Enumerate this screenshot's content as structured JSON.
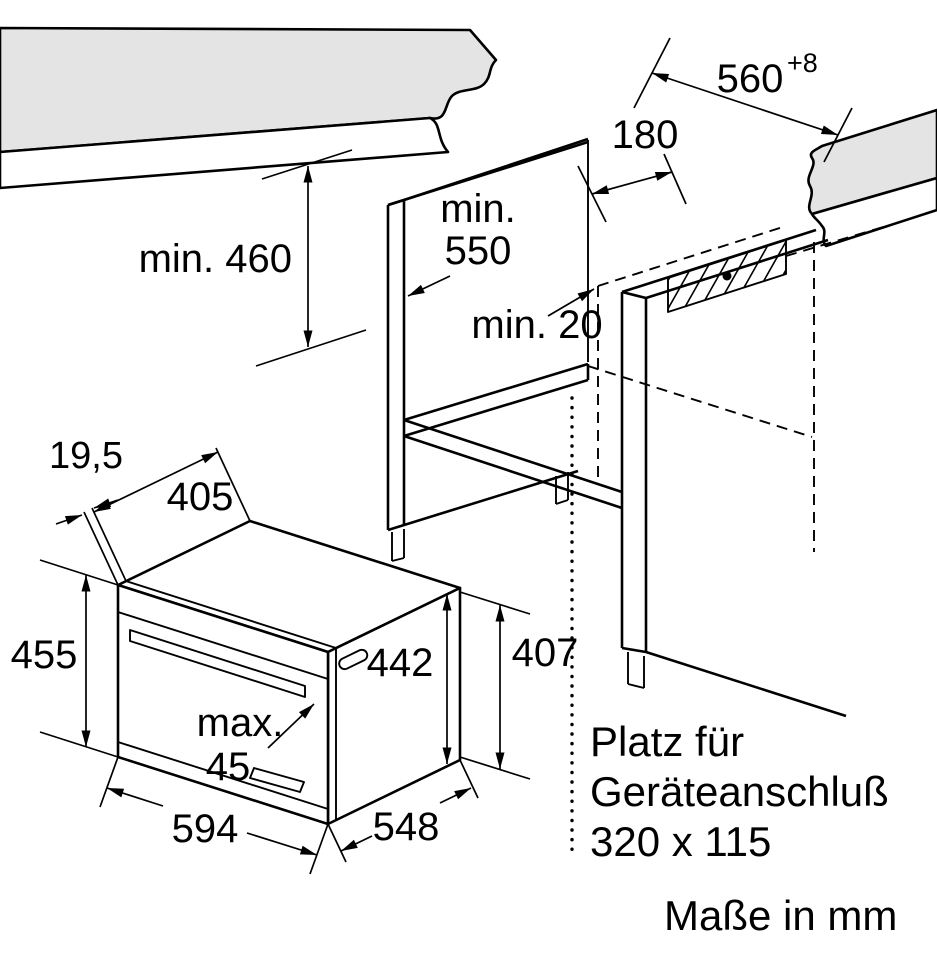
{
  "diagram": {
    "footer": "Maße in mm",
    "connection_note": {
      "line1": "Platz für",
      "line2": "Geräteanschluß",
      "line3": "320 x 115"
    },
    "dimensions": {
      "niche_width_value": "560",
      "niche_width_tolerance": "+8",
      "top_recess_depth": "180",
      "niche_depth_prefix": "min.",
      "niche_depth_value": "550",
      "niche_height": "min. 460",
      "rear_gap": "min. 20",
      "front_frame_depth": "19,5",
      "top_depth": "405",
      "front_height": "455",
      "body_height": "442",
      "rear_height": "407",
      "door_max_prefix": "max.",
      "door_max_value": "45",
      "appliance_width": "594",
      "appliance_depth": "548"
    },
    "colors": {
      "line": "#000000",
      "surface": "#e4e4e4"
    }
  }
}
